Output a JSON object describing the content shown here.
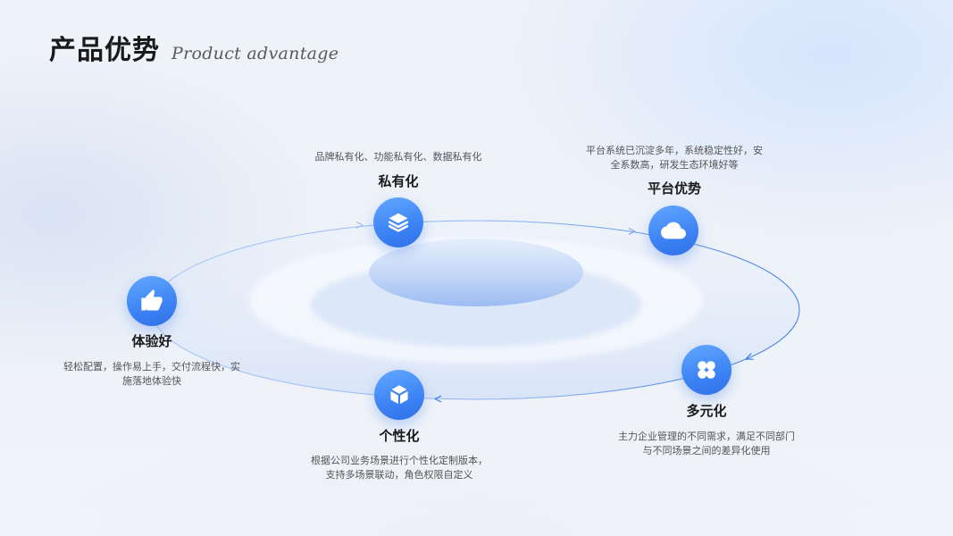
{
  "header": {
    "title": "产品优势",
    "subtitle": "Product advantage"
  },
  "colors": {
    "accent": "#2f6fe8",
    "accent_light": "#64a8ff",
    "title_text": "#1a1a1a",
    "body_text": "#555555",
    "orbit_line": "#3d7ae8"
  },
  "diagram": {
    "items": [
      {
        "label": "私有化",
        "icon": "layers-icon",
        "description": [
          "品牌私有化、功能私有化、数据私有化"
        ]
      },
      {
        "label": "平台优势",
        "icon": "cloud-icon",
        "description": [
          "平台系统已沉淀多年，系统稳定性好，安",
          "全系数高，研发生态环境好等"
        ]
      },
      {
        "label": "多元化",
        "icon": "four-petal-icon",
        "description": [
          "主力企业管理的不同需求，满足不同部门",
          "与不同场景之间的差异化使用"
        ]
      },
      {
        "label": "个性化",
        "icon": "cube-icon",
        "description": [
          "根据公司业务场景进行个性化定制版本，",
          "支持多场景联动，角色权限自定义"
        ]
      },
      {
        "label": "体验好",
        "icon": "thumbs-up-icon",
        "description": [
          "轻松配置，操作易上手，交付流程快，实",
          "施落地体验快"
        ]
      }
    ]
  }
}
